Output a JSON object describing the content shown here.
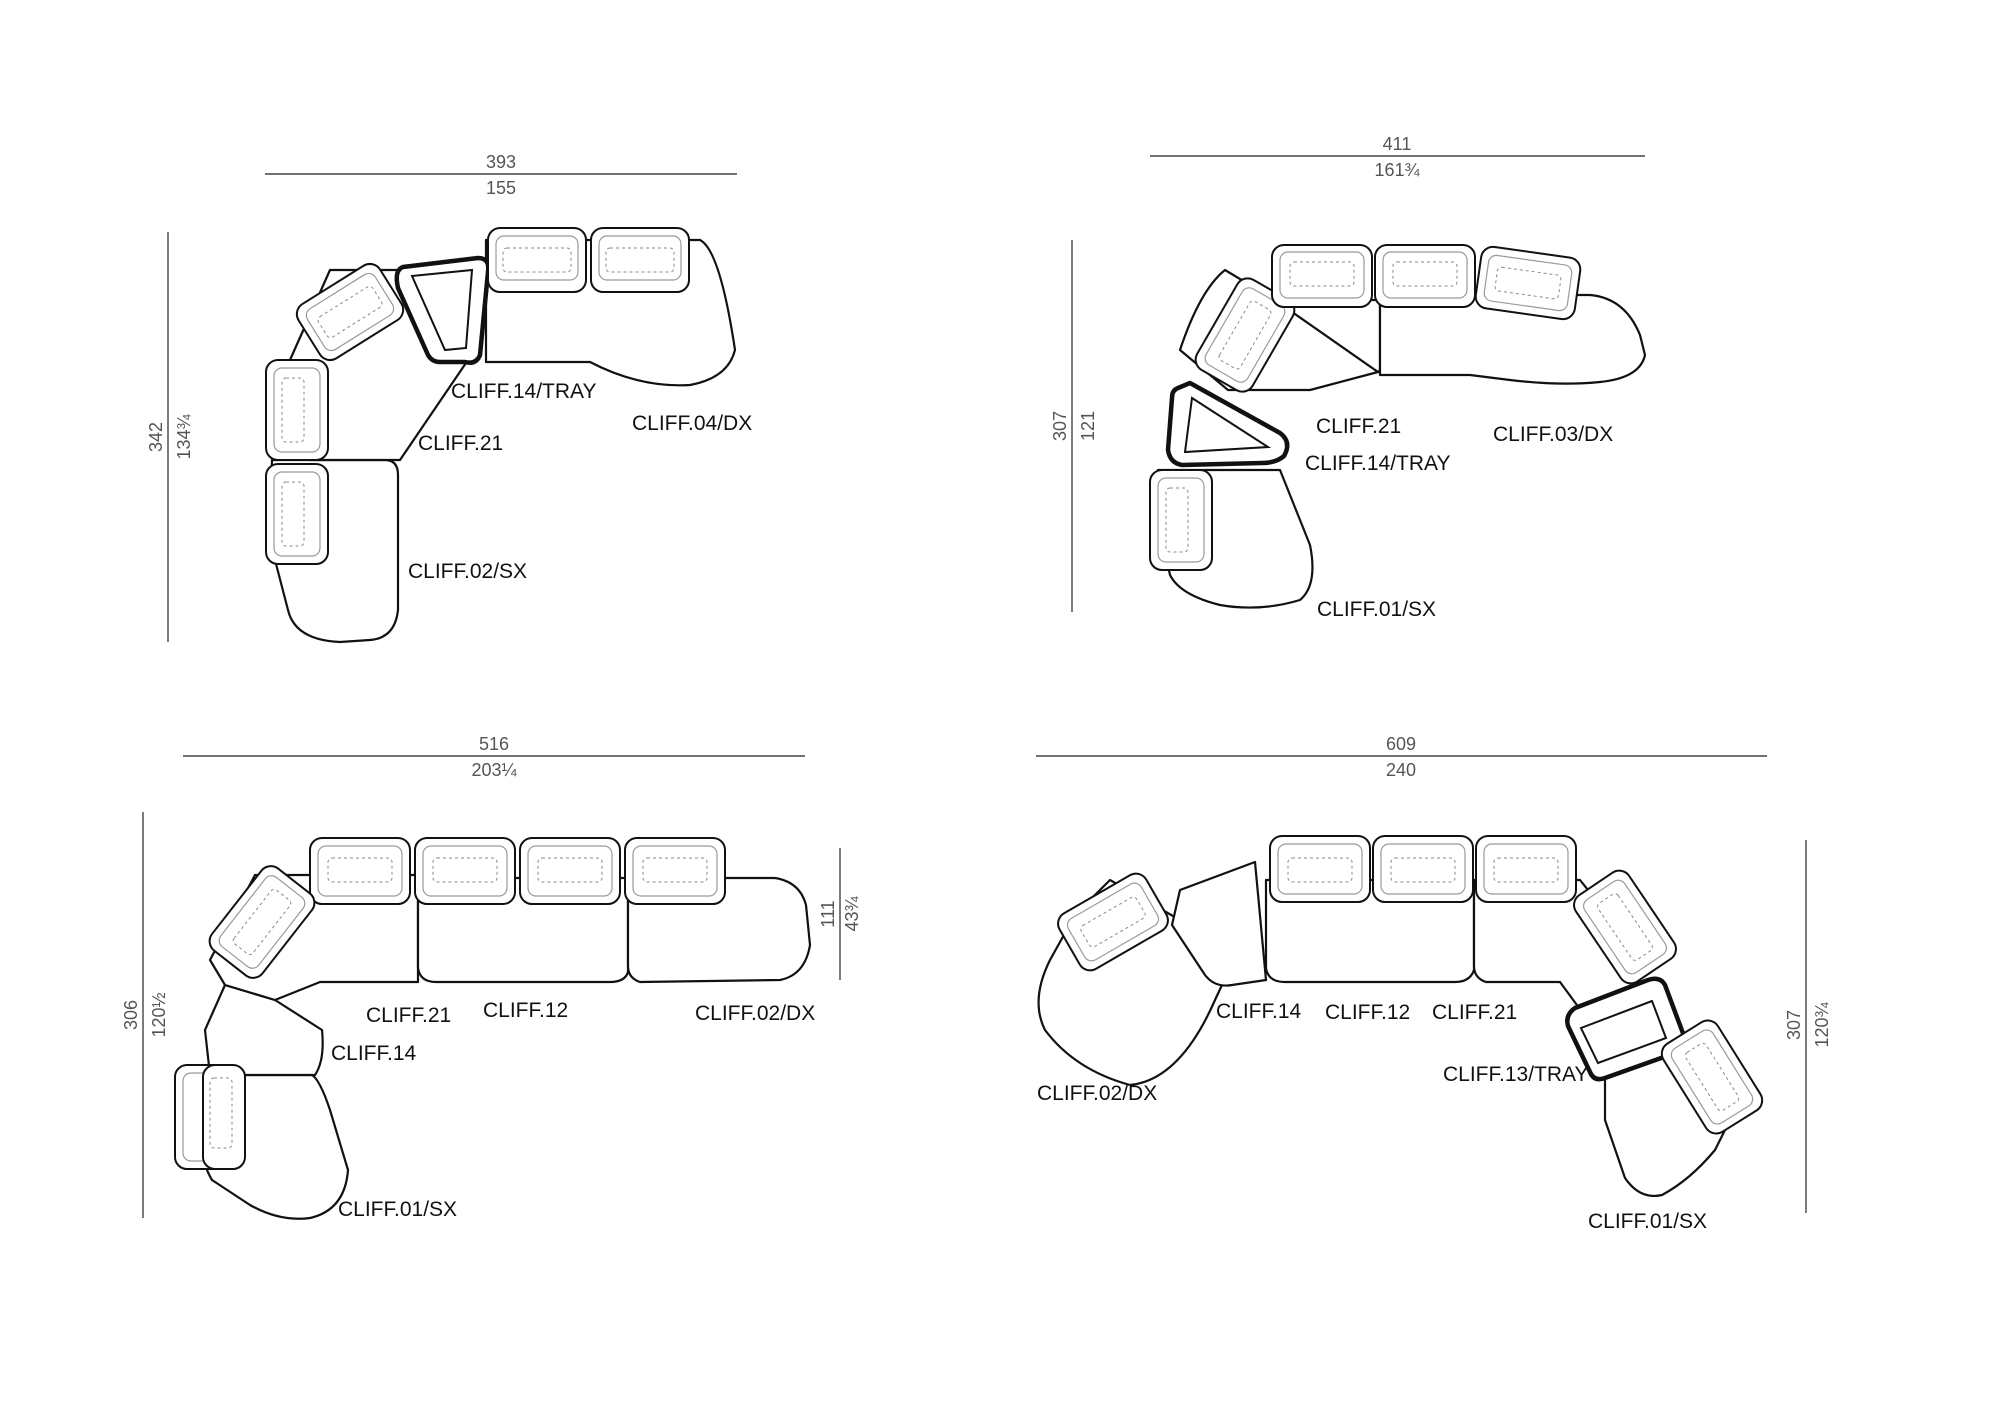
{
  "layouts": [
    {
      "width_cm": "393",
      "width_in": "155",
      "depth_cm": "342",
      "depth_in": "134¾",
      "modules": [
        "CLIFF.14/TRAY",
        "CLIFF.04/DX",
        "CLIFF.21",
        "CLIFF.02/SX"
      ]
    },
    {
      "width_cm": "411",
      "width_in": "161¾",
      "depth_cm": "307",
      "depth_in": "121",
      "modules": [
        "CLIFF.21",
        "CLIFF.03/DX",
        "CLIFF.14/TRAY",
        "CLIFF.01/SX"
      ]
    },
    {
      "width_cm": "516",
      "width_in": "203¼",
      "depth_cm": "306",
      "depth_in": "120½",
      "seat_depth_cm": "111",
      "seat_depth_in": "43¾",
      "modules": [
        "CLIFF.21",
        "CLIFF.12",
        "CLIFF.02/DX",
        "CLIFF.14",
        "CLIFF.01/SX"
      ]
    },
    {
      "width_cm": "609",
      "width_in": "240",
      "depth_cm": "307",
      "depth_in": "120¾",
      "modules": [
        "CLIFF.14",
        "CLIFF.12",
        "CLIFF.21",
        "CLIFF.02/DX",
        "CLIFF.13/TRAY",
        "CLIFF.01/SX"
      ]
    }
  ]
}
